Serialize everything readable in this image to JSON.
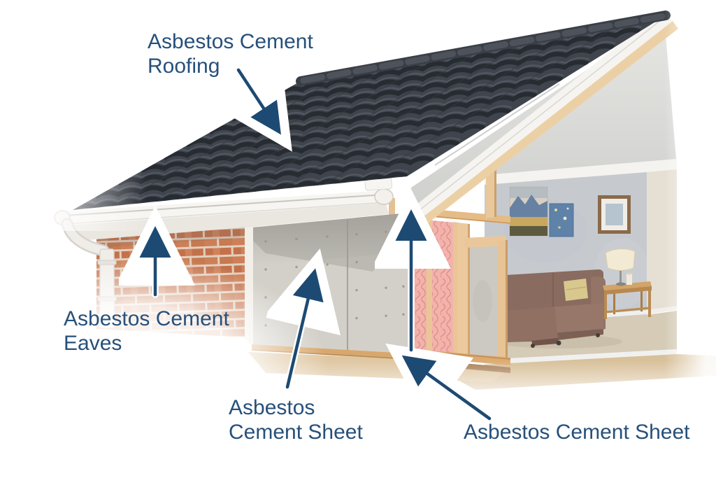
{
  "figure": {
    "type": "annotated-cutaway-diagram",
    "subject": "house with asbestos cement locations",
    "labels": {
      "roofing": {
        "line1": "Asbestos Cement",
        "line2": "Roofing"
      },
      "eaves": {
        "line1": "Asbestos Cement",
        "line2": "Eaves"
      },
      "sheet_wall": {
        "line1": "Asbestos",
        "line2": "Cement Sheet"
      },
      "sheet_base": {
        "line1": "Asbestos Cement Sheet",
        "line2": ""
      }
    },
    "colors": {
      "label_text": "#27507a",
      "arrow": "#1d4a73",
      "roof_tile": "#40454d",
      "brick": "#c87a54",
      "insulation_pink": "#f3b2ab",
      "timber": "#e9c89c",
      "cement_sheet_grey": "#d3d0c9",
      "interior_wall": "#c6cacf",
      "sofa_brown": "#8a6b5f",
      "carpet": "#d5cbb6"
    }
  }
}
